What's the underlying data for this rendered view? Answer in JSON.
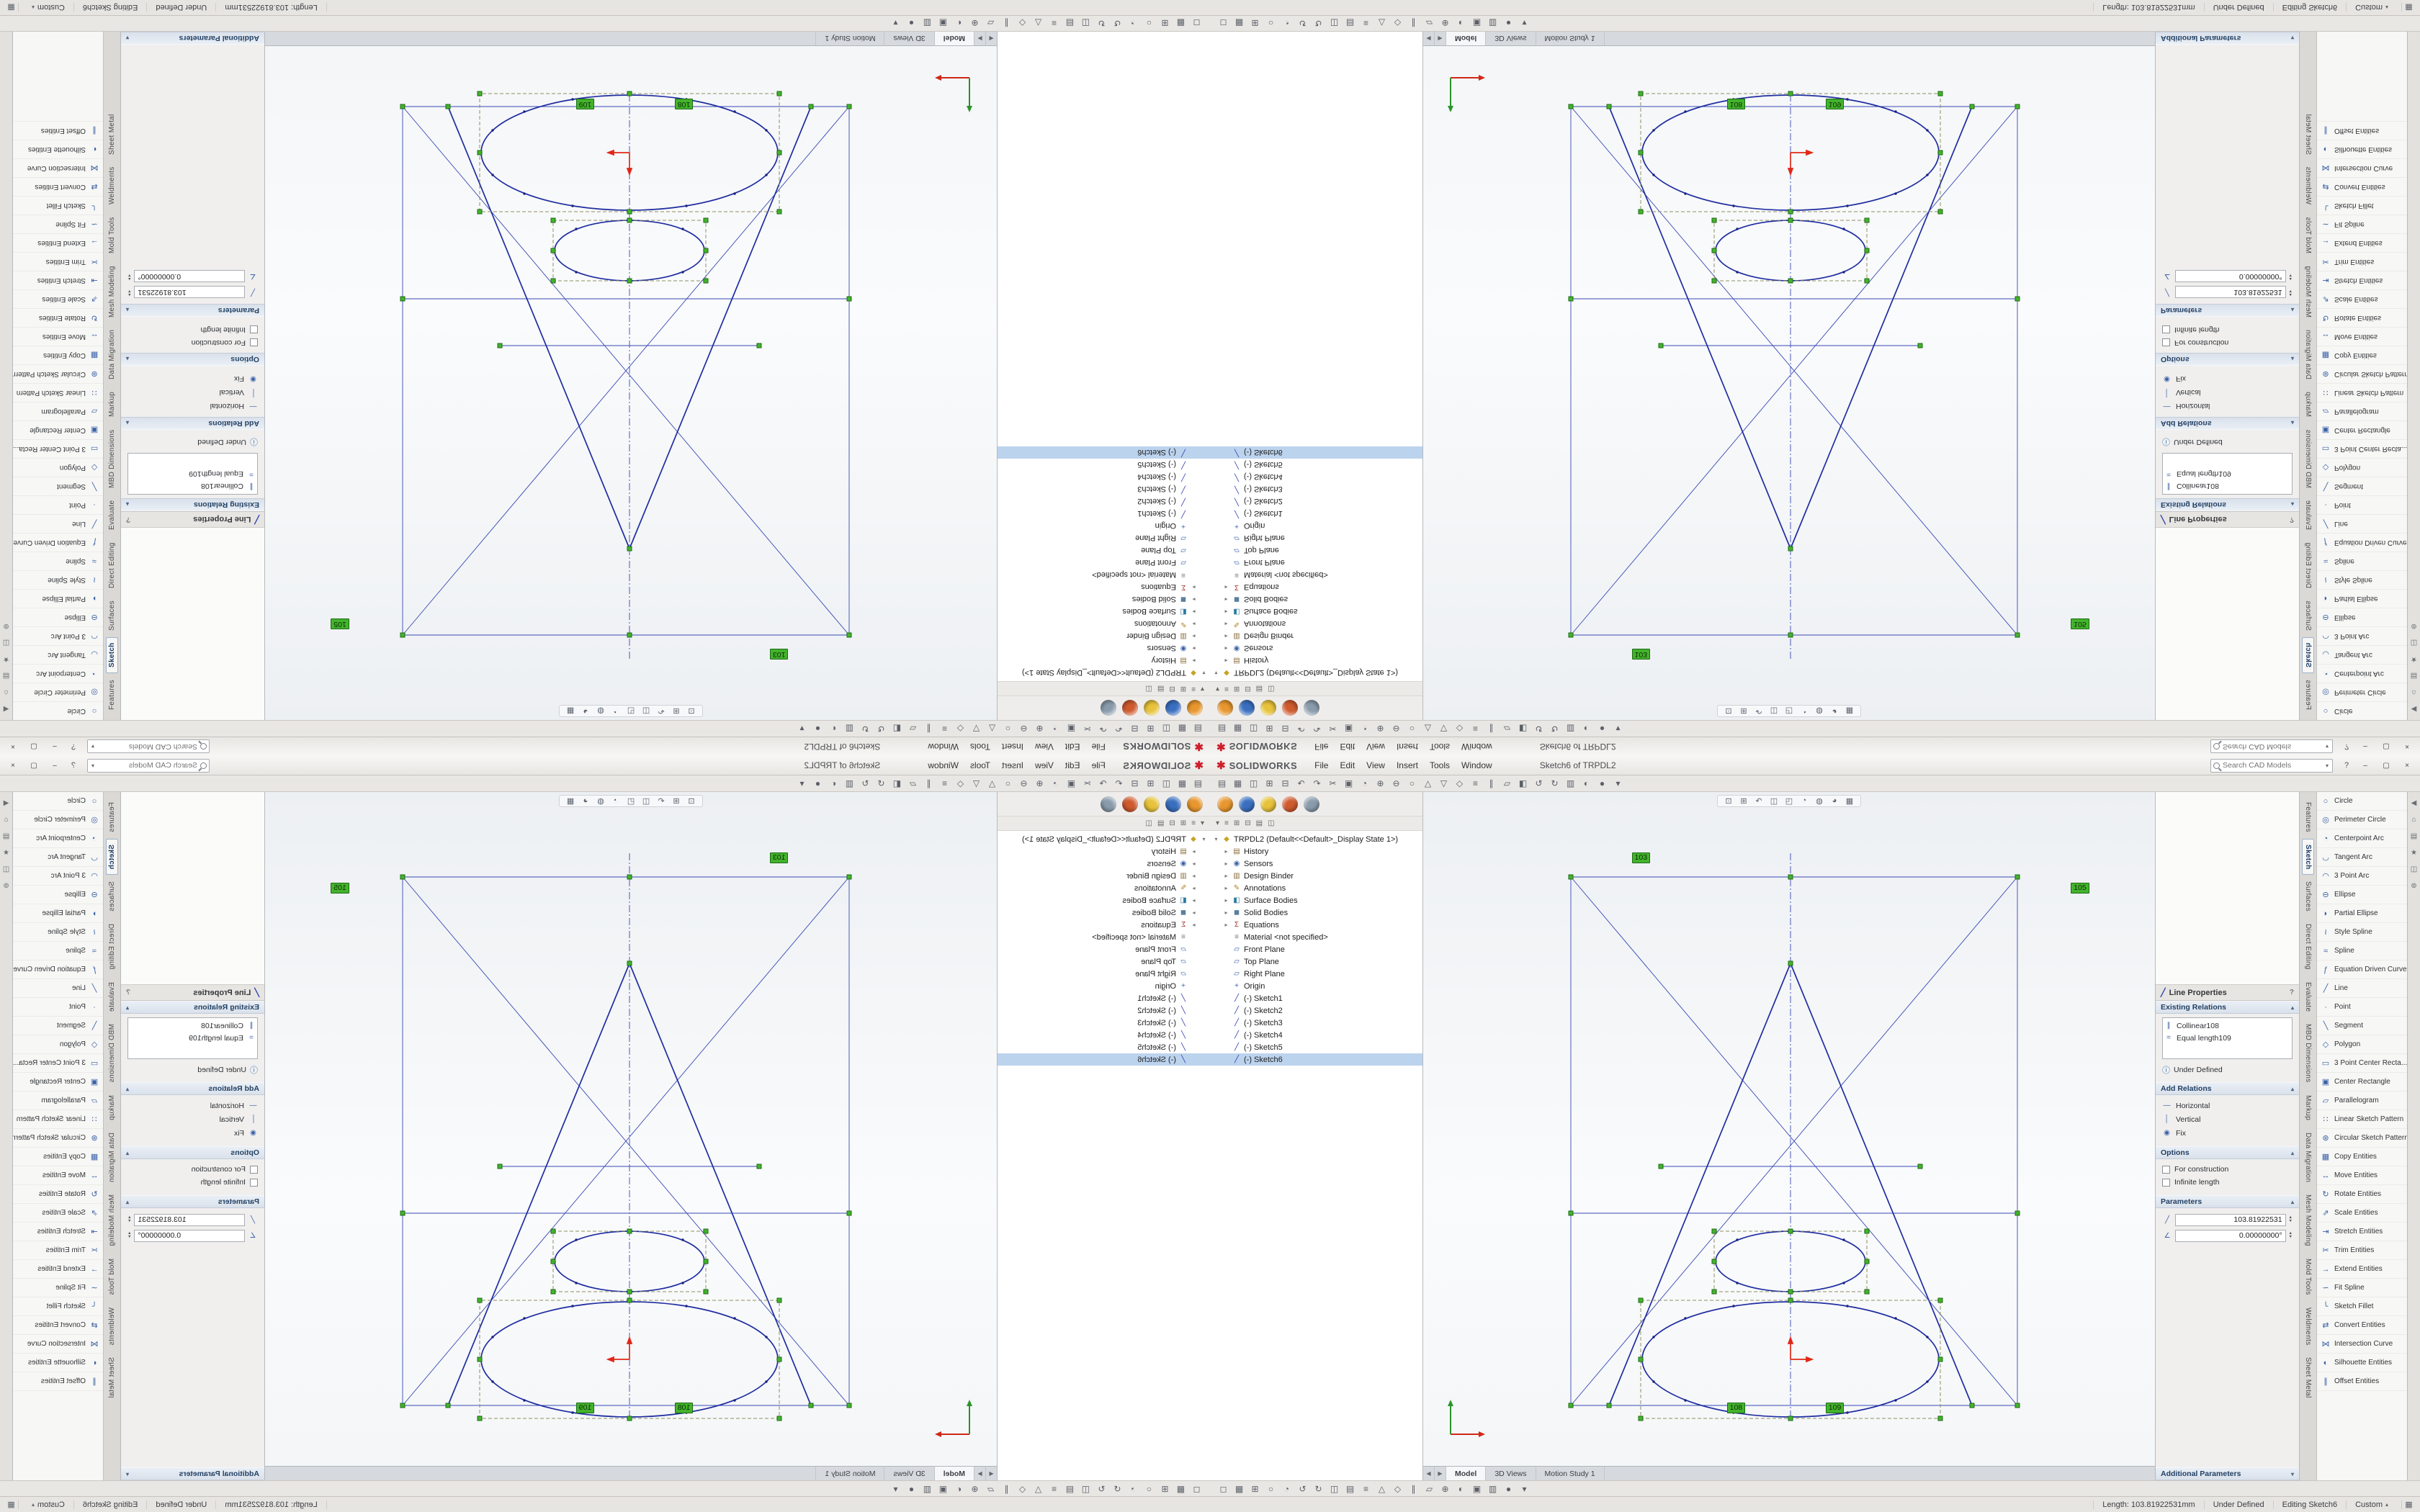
{
  "colors": {
    "logo_red": "#cf1e2b",
    "sketch_blue": "#1f2da0",
    "construction_blue": "#3848b4",
    "relation_green": "#43b32c",
    "selection_dash": "#8f8f60",
    "origin_red": "#e02818"
  },
  "titlebar": {
    "app_name": "SOLIDWORKS",
    "logo_glyph": "✱",
    "menus": [
      "File",
      "Edit",
      "View",
      "Insert",
      "Tools",
      "Window"
    ],
    "doc_title": "Sketch6 of TRPDL2",
    "search_placeholder": "Search CAD Models",
    "search_chevron": "▾",
    "help_glyph": "?",
    "controls": [
      "–",
      "▢",
      "×"
    ]
  },
  "toolbar_top": [
    "▤",
    "▦",
    "◫",
    "⊞",
    "⊟",
    "↶",
    "↷",
    "✂",
    "▣",
    "◔",
    "⊕",
    "⊖",
    "○",
    "△",
    "▽",
    "◇",
    "≡",
    "∥",
    "▱",
    "◧",
    "↺",
    "↻",
    "▥",
    "◐",
    "●",
    "▾"
  ],
  "toolbar_bottom": [
    "◻",
    "▦",
    "⊞",
    "○",
    "◔",
    "↺",
    "↻",
    "◫",
    "▤",
    "≡",
    "△",
    "◇",
    "∥",
    "▱",
    "⊕",
    "◐",
    "▣",
    "▥",
    "●",
    "▾"
  ],
  "quick_access": [
    "#e8962e",
    "#3a6fc0",
    "#e7c23a",
    "#cf5a2e",
    "#8a9bab"
  ],
  "tree_toolbar": [
    "▾",
    "≡",
    "⊞",
    "⊟",
    "▤",
    "◫"
  ],
  "feature_tree": [
    {
      "a": "▾",
      "g": "◆",
      "c": "#c9a227",
      "t": "TRPDL2 (Default<<Default>_Display State 1>)",
      "ind": 0
    },
    {
      "a": "▸",
      "g": "▤",
      "c": "#8a6d3b",
      "t": "History",
      "ind": 1
    },
    {
      "a": "▸",
      "g": "◉",
      "c": "#3b62a8",
      "t": "Sensors",
      "ind": 1
    },
    {
      "a": "▸",
      "g": "▥",
      "c": "#8a6d3b",
      "t": "Design Binder",
      "ind": 1
    },
    {
      "a": "▸",
      "g": "✎",
      "c": "#b08020",
      "t": "Annotations",
      "ind": 1
    },
    {
      "a": "▸",
      "g": "◧",
      "c": "#2e7d9e",
      "t": "Surface Bodies",
      "ind": 1
    },
    {
      "a": "▸",
      "g": "◼",
      "c": "#5a7f9e",
      "t": "Solid Bodies",
      "ind": 1
    },
    {
      "a": "▸",
      "g": "Σ",
      "c": "#a03028",
      "t": "Equations",
      "ind": 1
    },
    {
      "a": "",
      "g": "≡",
      "c": "#777777",
      "t": "Material <not specified>",
      "ind": 1
    },
    {
      "a": "",
      "g": "▱",
      "c": "#3b62a8",
      "t": "Front Plane",
      "ind": 1
    },
    {
      "a": "",
      "g": "▱",
      "c": "#3b62a8",
      "t": "Top Plane",
      "ind": 1
    },
    {
      "a": "",
      "g": "▱",
      "c": "#3b62a8",
      "t": "Right Plane",
      "ind": 1
    },
    {
      "a": "",
      "g": "+",
      "c": "#3b62a8",
      "t": "Origin",
      "ind": 1
    },
    {
      "a": "",
      "g": "╱",
      "c": "#2b3cae",
      "t": "(-) Sketch1",
      "ind": 1
    },
    {
      "a": "",
      "g": "╱",
      "c": "#2b3cae",
      "t": "(-) Sketch2",
      "ind": 1
    },
    {
      "a": "",
      "g": "╱",
      "c": "#2b3cae",
      "t": "(-) Sketch3",
      "ind": 1
    },
    {
      "a": "",
      "g": "╱",
      "c": "#2b3cae",
      "t": "(-) Sketch4",
      "ind": 1
    },
    {
      "a": "",
      "g": "╱",
      "c": "#2b3cae",
      "t": "(-) Sketch5",
      "ind": 1
    },
    {
      "a": "",
      "g": "╱",
      "c": "#2b3cae",
      "t": "(-) Sketch6",
      "ind": 1,
      "active": true
    }
  ],
  "headsup": [
    "⊡",
    "⊞",
    "↶",
    "◫",
    "◰",
    "◔",
    "◍",
    "◕",
    "▦"
  ],
  "canvas": {
    "tags": [
      "103",
      "105",
      "108",
      "109"
    ]
  },
  "view_tabs": {
    "left_arrow": "◀",
    "right_arrow": "▶",
    "tabs": [
      {
        "t": "Model",
        "active": true
      },
      {
        "t": "3D Views"
      },
      {
        "t": "Motion Study 1"
      }
    ]
  },
  "property_panel": {
    "title_glyph": "╱",
    "title": "Line Properties",
    "help_glyph": "?",
    "collapse_glyph": "▴",
    "expand_glyph": "▾",
    "existing_relations": {
      "header": "Existing Relations",
      "items": [
        {
          "g": "∥",
          "t": "Collinear108"
        },
        {
          "g": "=",
          "t": "Equal length109"
        }
      ],
      "info_glyph": "ⓘ",
      "status": "Under Defined"
    },
    "add_relations": {
      "header": "Add Relations",
      "items": [
        {
          "g": "—",
          "t": "Horizontal"
        },
        {
          "g": "│",
          "t": "Vertical"
        },
        {
          "g": "◉",
          "t": "Fix"
        }
      ]
    },
    "options": {
      "header": "Options",
      "checkboxes": [
        "For construction",
        "Infinite length"
      ]
    },
    "parameters": {
      "header": "Parameters",
      "rows": [
        {
          "g": "╱",
          "v": "103.81922531"
        },
        {
          "g": "∠",
          "v": "0.00000000°"
        }
      ]
    },
    "additional_header": "Additional Parameters"
  },
  "command_tabs": [
    {
      "t": "Features"
    },
    {
      "t": "Sketch",
      "active": true
    },
    {
      "t": "Surfaces"
    },
    {
      "t": "Direct Editing"
    },
    {
      "t": "Evaluate"
    },
    {
      "t": "MBD Dimensions"
    },
    {
      "t": "Markup"
    },
    {
      "t": "Data Migration"
    },
    {
      "t": "Mesh Modeling"
    },
    {
      "t": "Mold Tools"
    },
    {
      "t": "Weldments"
    },
    {
      "t": "Sheet Metal"
    }
  ],
  "sketch_palette": [
    {
      "g": "○",
      "t": "Circle"
    },
    {
      "g": "◎",
      "t": "Perimeter Circle"
    },
    {
      "g": "◔",
      "t": "Centerpoint Arc"
    },
    {
      "g": "◡",
      "t": "Tangent Arc"
    },
    {
      "g": "◠",
      "t": "3 Point Arc"
    },
    {
      "g": "⊖",
      "t": "Ellipse"
    },
    {
      "g": "◗",
      "t": "Partial Ellipse"
    },
    {
      "g": "≀",
      "t": "Style Spline"
    },
    {
      "g": "≈",
      "t": "Spline"
    },
    {
      "g": "ƒ",
      "t": "Equation Driven Curve"
    },
    {
      "g": "╱",
      "t": "Line"
    },
    {
      "g": "∙",
      "t": "Point"
    },
    {
      "g": "╲",
      "t": "Segment"
    },
    {
      "g": "◇",
      "t": "Polygon"
    },
    {
      "g": "▭",
      "t": "3 Point Center Recta..."
    },
    {
      "g": "▣",
      "t": "Center Rectangle"
    },
    {
      "g": "▱",
      "t": "Parallelogram"
    },
    {
      "g": "∷",
      "t": "Linear Sketch Pattern"
    },
    {
      "g": "⊛",
      "t": "Circular Sketch Pattern"
    },
    {
      "g": "▦",
      "t": "Copy Entities"
    },
    {
      "g": "↔",
      "t": "Move Entities"
    },
    {
      "g": "↻",
      "t": "Rotate Entities"
    },
    {
      "g": "⇗",
      "t": "Scale Entities"
    },
    {
      "g": "⇥",
      "t": "Stretch Entities"
    },
    {
      "g": "✂",
      "t": "Trim Entities"
    },
    {
      "g": "→",
      "t": "Extend Entities"
    },
    {
      "g": "∽",
      "t": "Fit Spline"
    },
    {
      "g": "╰",
      "t": "Sketch Fillet"
    },
    {
      "g": "⇄",
      "t": "Convert Entities"
    },
    {
      "g": "⋈",
      "t": "Intersection Curve"
    },
    {
      "g": "◐",
      "t": "Silhouette Entities"
    },
    {
      "g": "∥",
      "t": "Offset Entities"
    }
  ],
  "task_pane": [
    "◀",
    "⌂",
    "▤",
    "★",
    "◫",
    "⊚"
  ],
  "statusbar": {
    "length_label": "Length:",
    "length_value": "103.81922531mm",
    "state": "Under Defined",
    "editing": "Editing Sketch6",
    "profile": "Custom",
    "profile_chevron": "▴",
    "grid_glyph": "▦"
  }
}
